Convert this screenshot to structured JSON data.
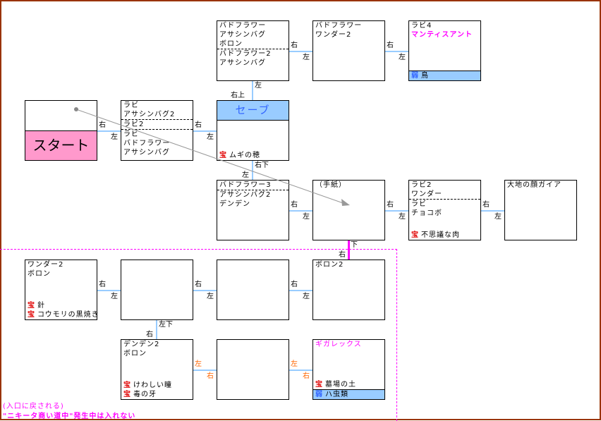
{
  "diagram": {
    "rooms": {
      "start": {
        "label": "スタート"
      },
      "r1": {
        "lines_top": [
          "ラビ",
          "アサシンバグ2"
        ],
        "lines_mid": [
          "ラビ2"
        ],
        "lines_bot": [
          "ラビ",
          "バドフラワー",
          "アサシンバグ"
        ]
      },
      "save": {
        "header": "セーブ",
        "treasure": "ムギの穂"
      },
      "top1": {
        "lines_top": [
          "バドフラワー",
          "アサシンバグ",
          "ボロン"
        ],
        "lines_bot": [
          "バドフラワー2",
          "アサシンバグ"
        ]
      },
      "top2": {
        "lines": [
          "バドフラワー",
          "ワンダー2"
        ]
      },
      "top3": {
        "line1": "ラビ4",
        "rare": "マンティスアント",
        "weakness": "鳥"
      },
      "mid1": {
        "lines_top": [
          "バドフラワー3"
        ],
        "lines_bot": [
          "アサシンバグ2",
          "デンデン"
        ]
      },
      "mid2": {
        "lines": [
          "（手紙）"
        ]
      },
      "mid3": {
        "lines_top": [
          "ラビ2",
          "ワンダー"
        ],
        "lines_bot": [
          "ラビ",
          "チョコボ"
        ],
        "treasure": "不思議な肉"
      },
      "mid4": {
        "lines": [
          "大地の顔ガイア"
        ]
      },
      "low1": {
        "lines": [
          "ワンダー2",
          "ボロン"
        ],
        "treasures": [
          "針",
          "コウモリの黒焼き"
        ]
      },
      "low4": {
        "lines": [
          "ボロン2"
        ]
      },
      "bot1": {
        "lines": [
          "デンデン2",
          "ボロン"
        ],
        "treasures": [
          "けわしい瞳",
          "毒の牙"
        ]
      },
      "bot3": {
        "rare": "ギガレックス",
        "treasure": "墓場の土",
        "weakness": "ハ虫類"
      }
    },
    "icons": {
      "treasure": "宝",
      "weakness": "弱"
    },
    "dir": {
      "right": "右",
      "left": "左",
      "up_right": "右上",
      "down_right": "右下",
      "down": "下",
      "down_left": "左下"
    },
    "notes": {
      "line1": "(入口に戻される)",
      "line2": "\"ニキータ商い道中\"発生中は入れない"
    },
    "colors": {
      "frame": "#993300",
      "connector": "#99ccff",
      "start": "#ff99cc",
      "save": "#99ccff",
      "zone": "#ff00ff",
      "treasure": "#e00000",
      "rare": "#ff00ff",
      "alt_dir": "#ff6600"
    }
  }
}
